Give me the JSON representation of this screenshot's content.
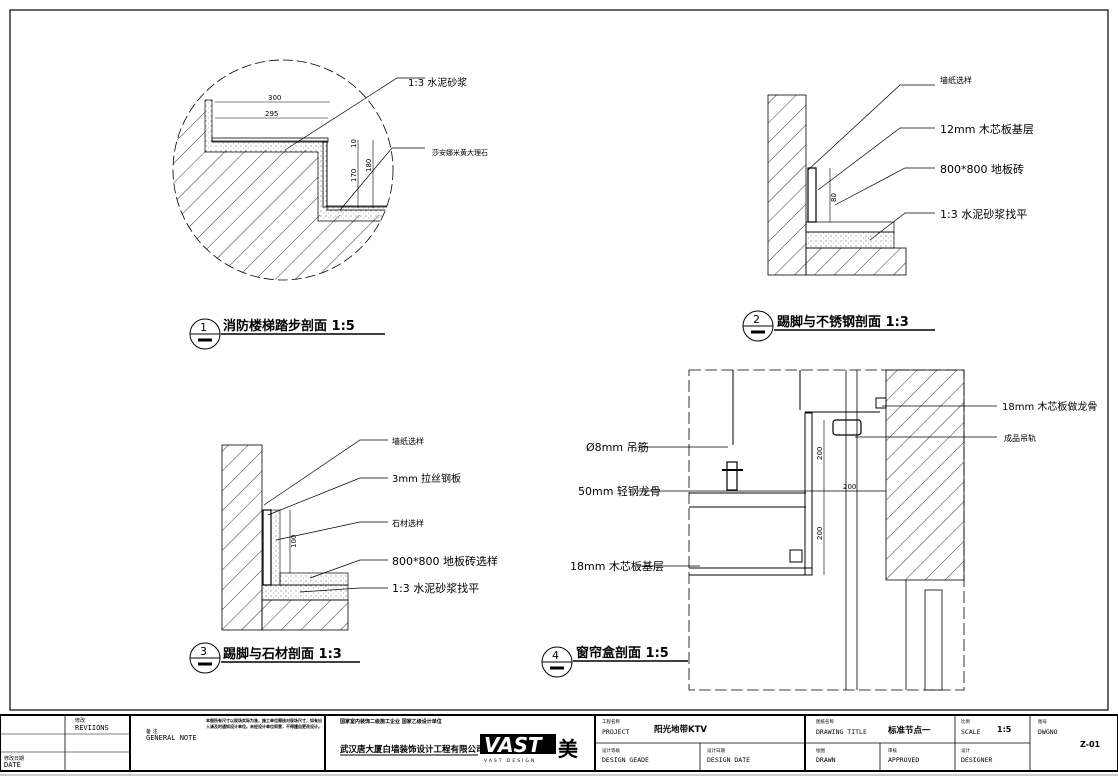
{
  "drawings": [
    {
      "num": "1",
      "title": "消防楼梯踏步剖面 1:5",
      "labels": [
        "1:3 水泥砂浆",
        "莎安娜米黄大理石"
      ],
      "dims": [
        "300",
        "295",
        "10",
        "170",
        "180"
      ]
    },
    {
      "num": "2",
      "title": "踢脚与不锈钢剖面 1:3",
      "labels": [
        "墙纸选样",
        "12mm 木芯板基层",
        "800*800 地板砖",
        "1:3 水泥砂浆找平"
      ],
      "dims": [
        "80"
      ]
    },
    {
      "num": "3",
      "title": "踢脚与石材剖面 1:3",
      "labels": [
        "墙纸选样",
        "3mm 拉丝钢板",
        "石材选样",
        "800*800 地板砖选样",
        "1:3 水泥砂浆找平"
      ],
      "dims": [
        "100"
      ]
    },
    {
      "num": "4",
      "title": "窗帘盒剖面 1:5",
      "labels": [
        "Ø8mm 吊筋",
        "50mm 轻钢龙骨",
        "18mm 木芯板基层",
        "18mm 木芯板做龙骨",
        "成品吊轨"
      ],
      "dims": [
        "200",
        "200",
        "200"
      ]
    }
  ],
  "title_block": {
    "revisions_cn": "修改",
    "revisions": "REVIIONS",
    "date_cn": "修改日期",
    "date": "DATE",
    "note_cn": "备 注",
    "note": "GENERAL NOTE",
    "note_text": "本图所有尺寸以现场实际为准，施工单位需核对现场尺寸，如有出入请及时通知设计单位。未经设计单位同意，不得擅自更改设计。",
    "company_top": "国家室内装饰二级施工企业  国家乙级设计单位",
    "company": "武汉唐大厦白墙装饰设计工程有限公司",
    "logo": "VAST",
    "logo_sub": "VAST DESIGN",
    "project_cn": "工程名称",
    "project": "PROJECT",
    "project_value": "阳光地带KTV",
    "grade_cn": "设计等级",
    "grade": "DESIGN GEADE",
    "ddate_cn": "设计日期",
    "ddate": "DESIGN DATE",
    "dtitle_cn": "图纸名称",
    "dtitle": "DRAWING TITLE",
    "dtitle_value": "标准节点一",
    "drawn_cn": "绘图",
    "drawn": "DRAWN",
    "approved_cn": "审核",
    "approved": "APPROVED",
    "scale_cn": "比例",
    "scale": "SCALE",
    "scale_value": "1:5",
    "designer_cn": "设计",
    "designer": "DESIGNER",
    "dwgno_cn": "图号",
    "dwgno": "DWGNO",
    "dwgno_value": "Z-01"
  }
}
